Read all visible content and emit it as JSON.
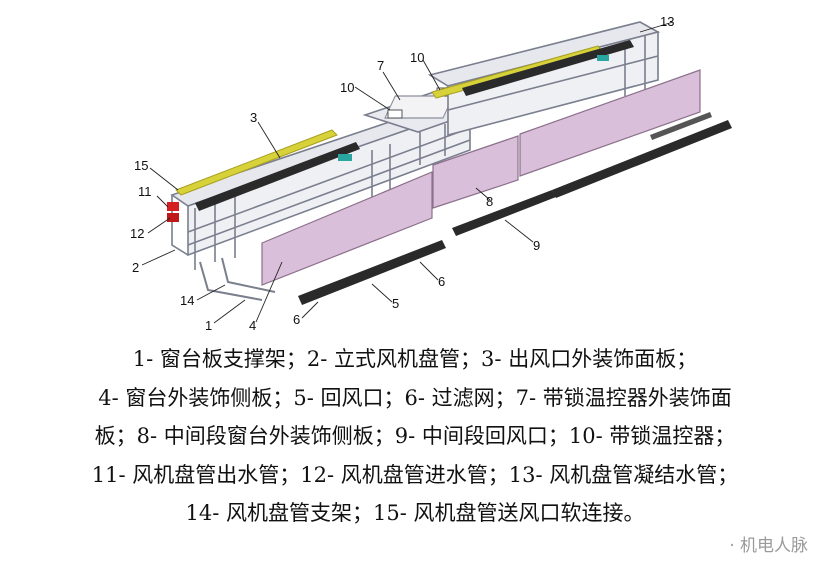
{
  "figure": {
    "callouts": [
      "1",
      "2",
      "3",
      "4",
      "5",
      "6",
      "6",
      "7",
      "8",
      "9",
      "10",
      "10",
      "11",
      "12",
      "13",
      "14",
      "15"
    ]
  },
  "legend": {
    "lines": [
      "1- 窗台板支撑架；2- 立式风机盘管；3- 出风口外装饰面板；",
      "4- 窗台外装饰侧板；5- 回风口；6- 过滤网；7- 带锁温控器外装饰面",
      "板；8- 中间段窗台外装饰侧板；9- 中间段回风口；10- 带锁温控器；",
      "11- 风机盘管出水管；12- 风机盘管进水管；13- 风机盘管凝结水管；",
      "14- 风机盘管支架；15- 风机盘管送风口软连接。"
    ]
  },
  "watermark": "· 机电人脉",
  "colors": {
    "frame": "#7a7f8e",
    "panel": "#d9bfd9",
    "trim": "#d8d23a",
    "grille": "#2a2a2a",
    "accent": "#2aa6a0",
    "pipe": "#d42020"
  }
}
